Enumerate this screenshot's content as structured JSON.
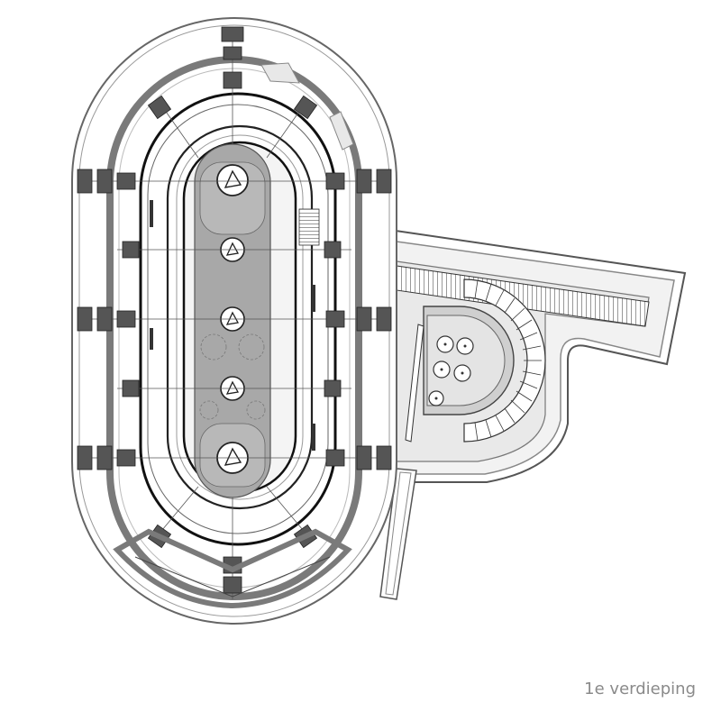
{
  "caption": "1e verdieping",
  "colors": {
    "background": "#ffffff",
    "line": "#2a2a2a",
    "wall": "#7a7a7a",
    "fill_light": "#dcdcdc",
    "fill_mid": "#a8a8a8",
    "caption": "#8a8a8a"
  },
  "icons": {
    "column": "circle-with-triangle",
    "table": "small-circle"
  }
}
